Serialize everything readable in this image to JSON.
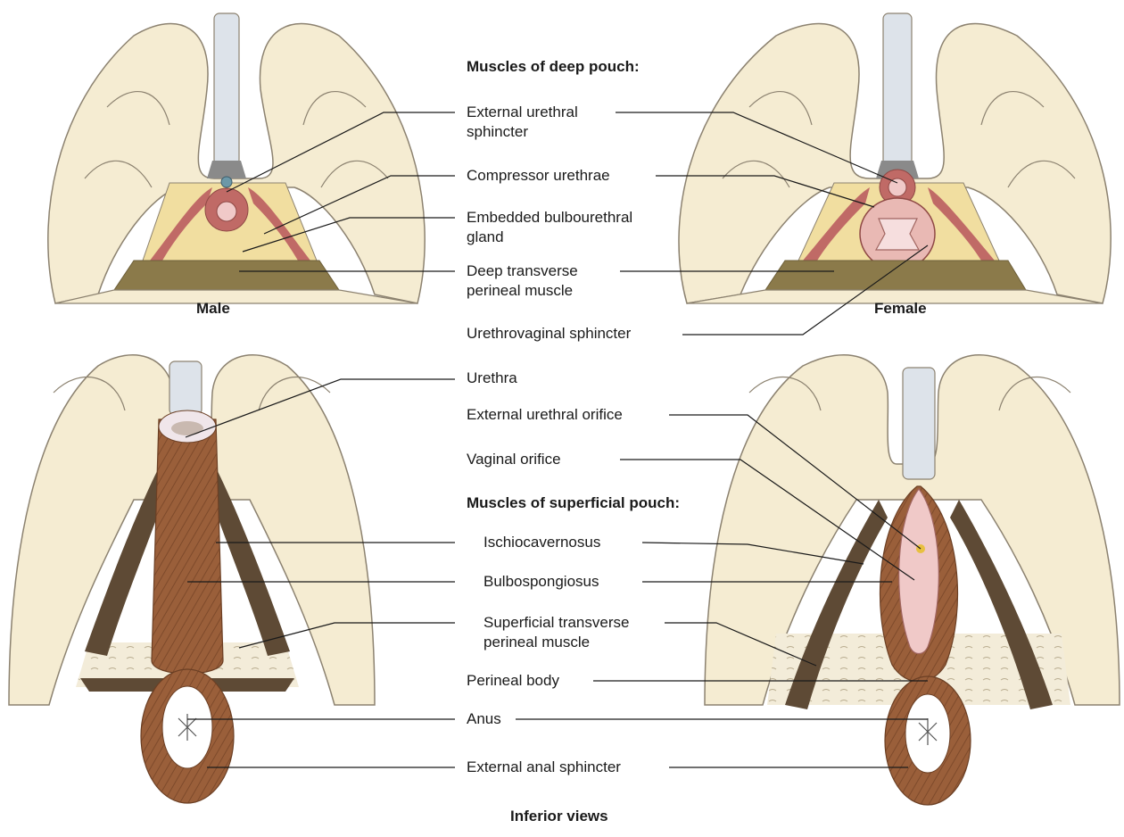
{
  "headers": {
    "deep_pouch": "Muscles of deep pouch:",
    "superficial_pouch": "Muscles of superficial pouch:"
  },
  "panel_labels": {
    "male": "Male",
    "female": "Female"
  },
  "caption": "Inferior views",
  "labels": {
    "external_urethral_sphincter": [
      "External urethral",
      "sphincter"
    ],
    "compressor_urethrae": "Compressor urethrae",
    "embedded_bulbourethral_gland": [
      "Embedded bulbourethral",
      "gland"
    ],
    "deep_transverse_perineal_muscle": [
      "Deep transverse",
      "perineal muscle"
    ],
    "urethrovaginal_sphincter": "Urethrovaginal sphincter",
    "urethra": "Urethra",
    "external_urethral_orifice": "External urethral orifice",
    "vaginal_orifice": "Vaginal orifice",
    "ischiocavernosus": "Ischiocavernosus",
    "bulbospongiosus": "Bulbospongiosus",
    "superficial_transverse_perineal_muscle": [
      "Superficial transverse",
      "perineal muscle"
    ],
    "perineal_body": "Perineal body",
    "anus": "Anus",
    "external_anal_sphincter": "External anal sphincter"
  },
  "colors": {
    "bone": "#f5ecd2",
    "bone_outline": "#8c8270",
    "cartilage": "#dde3ea",
    "membrane": "#f1dea0",
    "muscle_red": "#c06a66",
    "muscle_olive": "#8b7a4a",
    "muscle_brown": "#9a5f3a",
    "muscle_dark": "#5e4a35",
    "mucosa_pink": "#f0c9c8",
    "leader_line": "#1a1a1a"
  }
}
